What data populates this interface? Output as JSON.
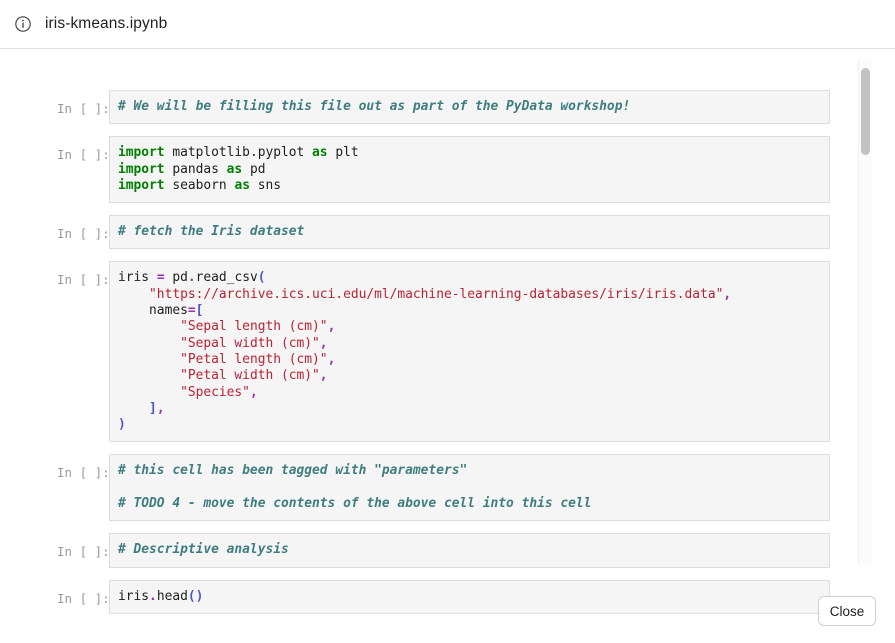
{
  "header": {
    "icon": "info-circle-icon",
    "title": "iris-kmeans.ipynb"
  },
  "footer": {
    "close_label": "Close"
  },
  "notebook": {
    "prompt_label": "In [ ]:",
    "cells": [
      {
        "id": "cell-intro-comment",
        "lines": [
          [
            {
              "t": "# We will be filling this file out as part of the PyData workshop!",
              "c": "cm"
            }
          ]
        ]
      },
      {
        "id": "cell-imports",
        "lines": [
          [
            {
              "t": "import",
              "c": "kw"
            },
            {
              "t": " matplotlib.pyplot ",
              "c": "nm"
            },
            {
              "t": "as",
              "c": "kw"
            },
            {
              "t": " plt",
              "c": "nm"
            }
          ],
          [
            {
              "t": "import",
              "c": "kw"
            },
            {
              "t": " pandas ",
              "c": "nm"
            },
            {
              "t": "as",
              "c": "kw"
            },
            {
              "t": " pd",
              "c": "nm"
            }
          ],
          [
            {
              "t": "import",
              "c": "kw"
            },
            {
              "t": " seaborn ",
              "c": "nm"
            },
            {
              "t": "as",
              "c": "kw"
            },
            {
              "t": " sns",
              "c": "nm"
            }
          ]
        ]
      },
      {
        "id": "cell-fetch-comment",
        "lines": [
          [
            {
              "t": "# fetch the Iris dataset",
              "c": "cm"
            }
          ]
        ]
      },
      {
        "id": "cell-read-csv",
        "lines": [
          [
            {
              "t": "iris ",
              "c": "nm"
            },
            {
              "t": "=",
              "c": "op"
            },
            {
              "t": " pd",
              "c": "nm"
            },
            {
              "t": ".",
              "c": "op"
            },
            {
              "t": "read_csv",
              "c": "nm"
            },
            {
              "t": "(",
              "c": "br"
            }
          ],
          [
            {
              "t": "    ",
              "c": "nm"
            },
            {
              "t": "\"https://archive.ics.uci.edu/ml/machine-learning-databases/iris/iris.data\"",
              "c": "st"
            },
            {
              "t": ",",
              "c": "op"
            }
          ],
          [
            {
              "t": "    names",
              "c": "nm"
            },
            {
              "t": "=",
              "c": "op"
            },
            {
              "t": "[",
              "c": "br"
            }
          ],
          [
            {
              "t": "        ",
              "c": "nm"
            },
            {
              "t": "\"Sepal length (cm)\"",
              "c": "st"
            },
            {
              "t": ",",
              "c": "op"
            }
          ],
          [
            {
              "t": "        ",
              "c": "nm"
            },
            {
              "t": "\"Sepal width (cm)\"",
              "c": "st"
            },
            {
              "t": ",",
              "c": "op"
            }
          ],
          [
            {
              "t": "        ",
              "c": "nm"
            },
            {
              "t": "\"Petal length (cm)\"",
              "c": "st"
            },
            {
              "t": ",",
              "c": "op"
            }
          ],
          [
            {
              "t": "        ",
              "c": "nm"
            },
            {
              "t": "\"Petal width (cm)\"",
              "c": "st"
            },
            {
              "t": ",",
              "c": "op"
            }
          ],
          [
            {
              "t": "        ",
              "c": "nm"
            },
            {
              "t": "\"Species\"",
              "c": "st"
            },
            {
              "t": ",",
              "c": "op"
            }
          ],
          [
            {
              "t": "    ",
              "c": "nm"
            },
            {
              "t": "]",
              "c": "br"
            },
            {
              "t": ",",
              "c": "op"
            }
          ],
          [
            {
              "t": ")",
              "c": "br"
            }
          ]
        ]
      },
      {
        "id": "cell-parameters-tag",
        "lines": [
          [
            {
              "t": "# this cell has been tagged with \"parameters\"",
              "c": "cm"
            }
          ],
          [],
          [
            {
              "t": "# TODO 4 - move the contents of the above cell into this cell",
              "c": "cm"
            }
          ]
        ]
      },
      {
        "id": "cell-descriptive-comment",
        "lines": [
          [
            {
              "t": "# Descriptive analysis",
              "c": "cm"
            }
          ]
        ]
      },
      {
        "id": "cell-iris-head",
        "lines": [
          [
            {
              "t": "iris",
              "c": "nm"
            },
            {
              "t": ".",
              "c": "op"
            },
            {
              "t": "head",
              "c": "nm"
            },
            {
              "t": "(",
              "c": "br"
            },
            {
              "t": ")",
              "c": "br"
            }
          ]
        ]
      }
    ]
  }
}
